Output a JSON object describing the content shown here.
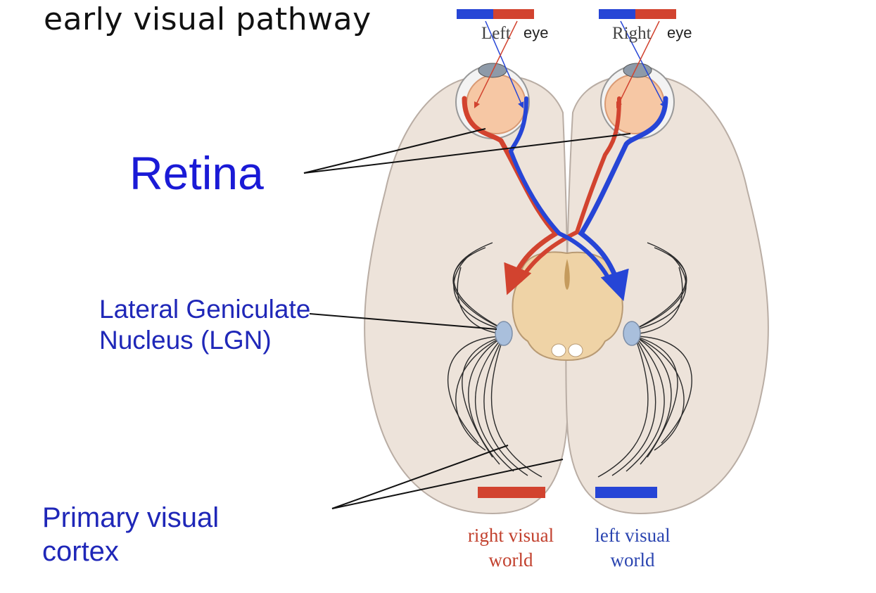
{
  "title": "early visual pathway",
  "labels": {
    "retina": "Retina",
    "lgn_line1": "Lateral Geniculate",
    "lgn_line2": "Nucleus (LGN)",
    "v1_line1": "Primary visual",
    "v1_line2": "cortex"
  },
  "eyes": {
    "left_name": "Left",
    "right_name": "Right",
    "eye_word": "eye"
  },
  "visual_world": {
    "right_line1": "right visual",
    "right_line2": "world",
    "left_line1": "left visual",
    "left_line2": "world"
  },
  "colors": {
    "red_pathway": "#d2432f",
    "blue_pathway": "#2645d6",
    "brain_fill": "#ede3da",
    "label_blue": "#1f27b8"
  }
}
